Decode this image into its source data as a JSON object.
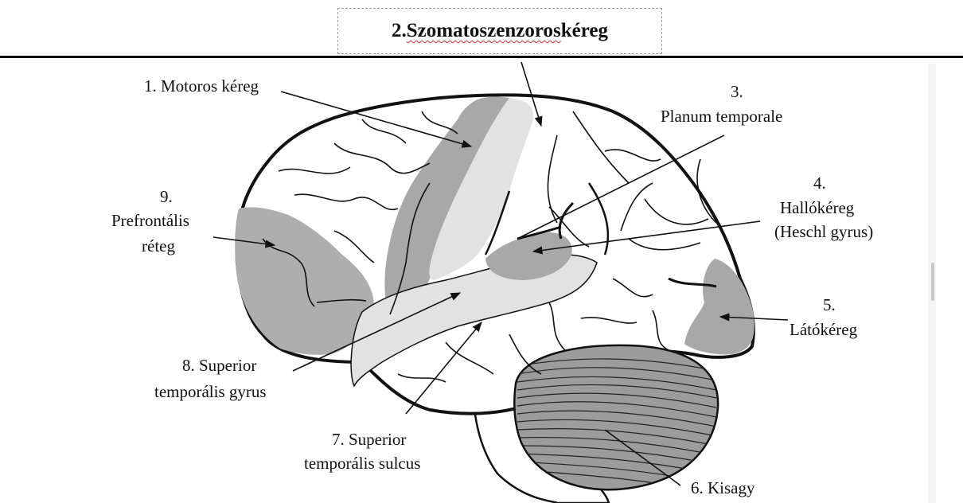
{
  "title": {
    "number": "2. ",
    "text": "Szomatoszenzoros",
    "suffix": " kéreg"
  },
  "labels": {
    "motor": "1. Motoros kéreg",
    "planum_num": "3.",
    "planum_name": "Planum temporale",
    "hallo_num": "4.",
    "hallo_name": "Hallókéreg",
    "hallo_sub": "(Heschl gyrus)",
    "lato_num": "5.",
    "lato_name": "Látókéreg",
    "kisagy": "6. Kisagy",
    "sts_line1": "7. Superior",
    "sts_line2": "temporális sulcus",
    "stg_line1": "8. Superior",
    "stg_line2": "temporális gyrus",
    "pref_num": "9.",
    "pref_line1": "Prefrontális",
    "pref_line2": "réteg"
  }
}
